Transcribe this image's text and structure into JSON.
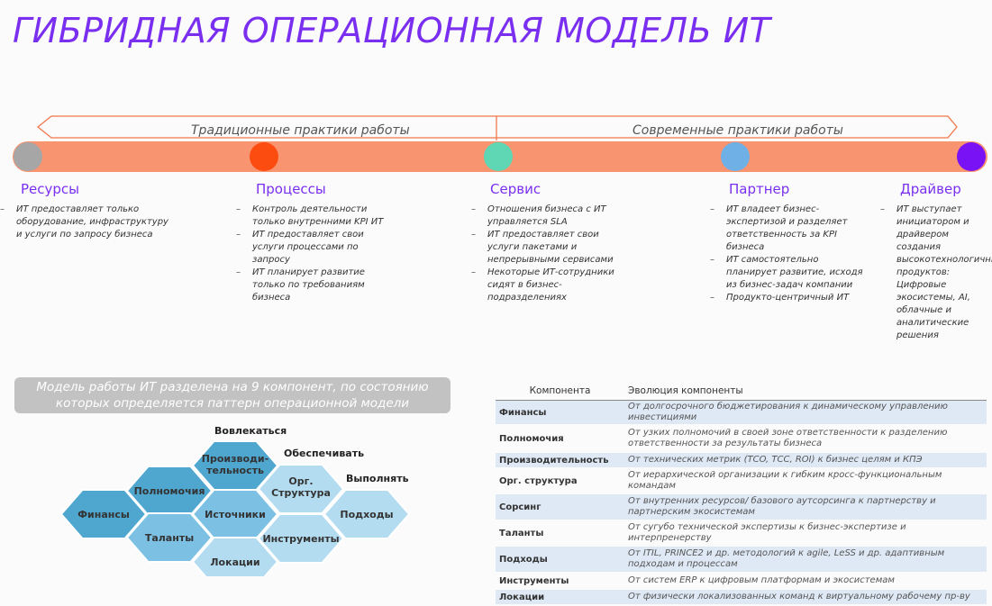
{
  "title": "ГИБРИДНАЯ ОПЕРАЦИОННАЯ МОДЕЛЬ ИТ",
  "practices": {
    "traditional": "Традиционные практики работы",
    "modern": "Современные практики работы"
  },
  "stages": [
    {
      "title": "Ресурсы",
      "color": "#a6a6a6",
      "items": [
        "ИТ предоставляет только оборудование, инфраструктуру и услуги по запросу бизнеса"
      ]
    },
    {
      "title": "Процессы",
      "color": "#fc4c10",
      "items": [
        "Контроль деятельности только внутренними KPI ИТ",
        "ИТ предоставляет свои услуги процессами по запросу",
        "ИТ планирует развитие только по требованиям бизнеса"
      ]
    },
    {
      "title": "Сервис",
      "color": "#5fd6b4",
      "items": [
        "Отношения бизнеса с ИТ управляется SLA",
        "ИТ предоставляет свои услуги пакетами и непрерывными сервисами",
        "Некоторые ИТ-сотрудники сидят в бизнес-подразделениях"
      ]
    },
    {
      "title": "Партнер",
      "color": "#6fb0e6",
      "items": [
        "ИТ владеет бизнес-экспертизой и разделяет ответственность за KPI бизнеса",
        "ИТ самостоятельно планирует развитие, исходя из бизнес-задач компании",
        "Продукто-центричный ИТ"
      ]
    },
    {
      "title": "Драйвер",
      "color": "#7a12f6",
      "items": [
        "ИТ выступает инициатором и драйвером создания высокотехнологичных продуктов: Цифровые экосистемы, AI, облачные и аналитические решения"
      ]
    }
  ],
  "model_note": "Модель работы ИТ разделена на 9 компонент, по состоянию которых определяется паттерн операционной модели",
  "hex": {
    "categories": {
      "engage": "Вовлекаться",
      "provide": "Обеспечивать",
      "execute": "Выполнять"
    },
    "cells": {
      "finance": "Финансы",
      "authority": "Полномочия",
      "productivity_1": "Производи-",
      "productivity_2": "тельность",
      "org_1": "Орг.",
      "org_2": "Структура",
      "sources": "Источники",
      "talents": "Таланты",
      "tools": "Инструменты",
      "approaches": "Подходы",
      "locations": "Локации"
    },
    "colors": {
      "dark": "#4fa6cf",
      "mid": "#7cc1e3",
      "light": "#b3dcf0"
    }
  },
  "table": {
    "headers": [
      "Компонента",
      "Эволюция компоненты"
    ],
    "rows": [
      {
        "component": "Финансы",
        "evolution": "От долгосрочного бюджетирования к динамическому управлению инвестициями"
      },
      {
        "component": "Полномочия",
        "evolution": "От узких полномочий в своей зоне ответственности к разделению ответственности за результаты бизнеса"
      },
      {
        "component": "Производительность",
        "evolution": "От технических метрик (TCO, TCC, ROI) к бизнес целям и КПЭ"
      },
      {
        "component": "Орг. структура",
        "evolution": "От иерархической организации к гибким кросс-функциональным командам"
      },
      {
        "component": "Сорсинг",
        "evolution": "От внутренних ресурсов/ базового аутсорсинга к партнерству и партнерским экосистемам"
      },
      {
        "component": "Таланты",
        "evolution": "От сугубо технической экспертизы к бизнес-экспертизе и интерпренерству"
      },
      {
        "component": "Подходы",
        "evolution": "От ITIL, PRINCE2 и др. методологий к agile, LeSS и др. адаптивным подходам и процессам"
      },
      {
        "component": "Инструменты",
        "evolution": "От систем ERP к цифровым платформам и экосистемам"
      },
      {
        "component": "Локации",
        "evolution": "От физически локализованных команд к виртуальному рабочему пр-ву"
      }
    ]
  }
}
